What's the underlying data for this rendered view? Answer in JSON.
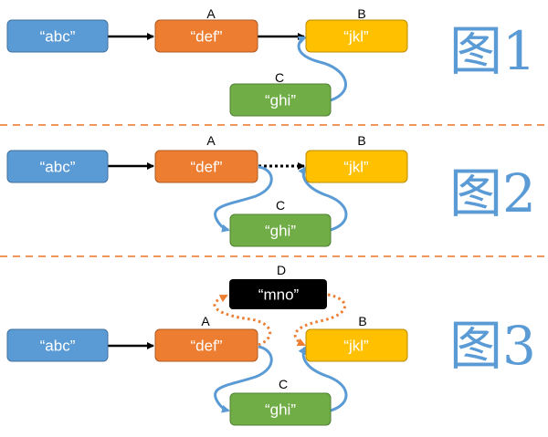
{
  "colors": {
    "blue": "#5b9bd5",
    "blue_border": "#41719c",
    "orange": "#ed7d31",
    "orange_border": "#ae5a21",
    "yellow": "#ffc000",
    "yellow_border": "#bc8c00",
    "green": "#70ad47",
    "green_border": "#507e32",
    "black": "#000000",
    "divider": "#ed7d31",
    "curve_blue": "#5b9bd5",
    "curve_orange": "#ed7d31"
  },
  "panels": [
    {
      "id": "fig1",
      "caption": "图1",
      "nodes": [
        {
          "id": "abc",
          "text": "“abc”",
          "label": ""
        },
        {
          "id": "def",
          "text": "“def”",
          "label": "A"
        },
        {
          "id": "jkl",
          "text": "“jkl”",
          "label": "B"
        },
        {
          "id": "ghi",
          "text": "“ghi”",
          "label": "C"
        }
      ],
      "edges": [
        {
          "from": "abc",
          "to": "def",
          "style": "solid-black"
        },
        {
          "from": "def",
          "to": "jkl",
          "style": "solid-black"
        },
        {
          "from": "ghi",
          "to": "jkl",
          "style": "curve-blue"
        }
      ]
    },
    {
      "id": "fig2",
      "caption": "图2",
      "nodes": [
        {
          "id": "abc",
          "text": "“abc”",
          "label": ""
        },
        {
          "id": "def",
          "text": "“def”",
          "label": "A"
        },
        {
          "id": "jkl",
          "text": "“jkl”",
          "label": "B"
        },
        {
          "id": "ghi",
          "text": "“ghi”",
          "label": "C"
        }
      ],
      "edges": [
        {
          "from": "abc",
          "to": "def",
          "style": "solid-black"
        },
        {
          "from": "def",
          "to": "jkl",
          "style": "dotted-black"
        },
        {
          "from": "def",
          "to": "ghi",
          "style": "curve-blue"
        },
        {
          "from": "ghi",
          "to": "jkl",
          "style": "curve-blue"
        }
      ]
    },
    {
      "id": "fig3",
      "caption": "图3",
      "nodes": [
        {
          "id": "mno",
          "text": "“mno”",
          "label": "D"
        },
        {
          "id": "abc",
          "text": "“abc”",
          "label": ""
        },
        {
          "id": "def",
          "text": "“def”",
          "label": "A"
        },
        {
          "id": "jkl",
          "text": "“jkl”",
          "label": "B"
        },
        {
          "id": "ghi",
          "text": "“ghi”",
          "label": "C"
        }
      ],
      "edges": [
        {
          "from": "abc",
          "to": "def",
          "style": "solid-black"
        },
        {
          "from": "def",
          "to": "mno",
          "style": "dotted-curve-orange"
        },
        {
          "from": "mno",
          "to": "jkl",
          "style": "dotted-curve-orange"
        },
        {
          "from": "def",
          "to": "ghi",
          "style": "curve-blue"
        },
        {
          "from": "ghi",
          "to": "jkl",
          "style": "curve-blue"
        }
      ]
    }
  ]
}
